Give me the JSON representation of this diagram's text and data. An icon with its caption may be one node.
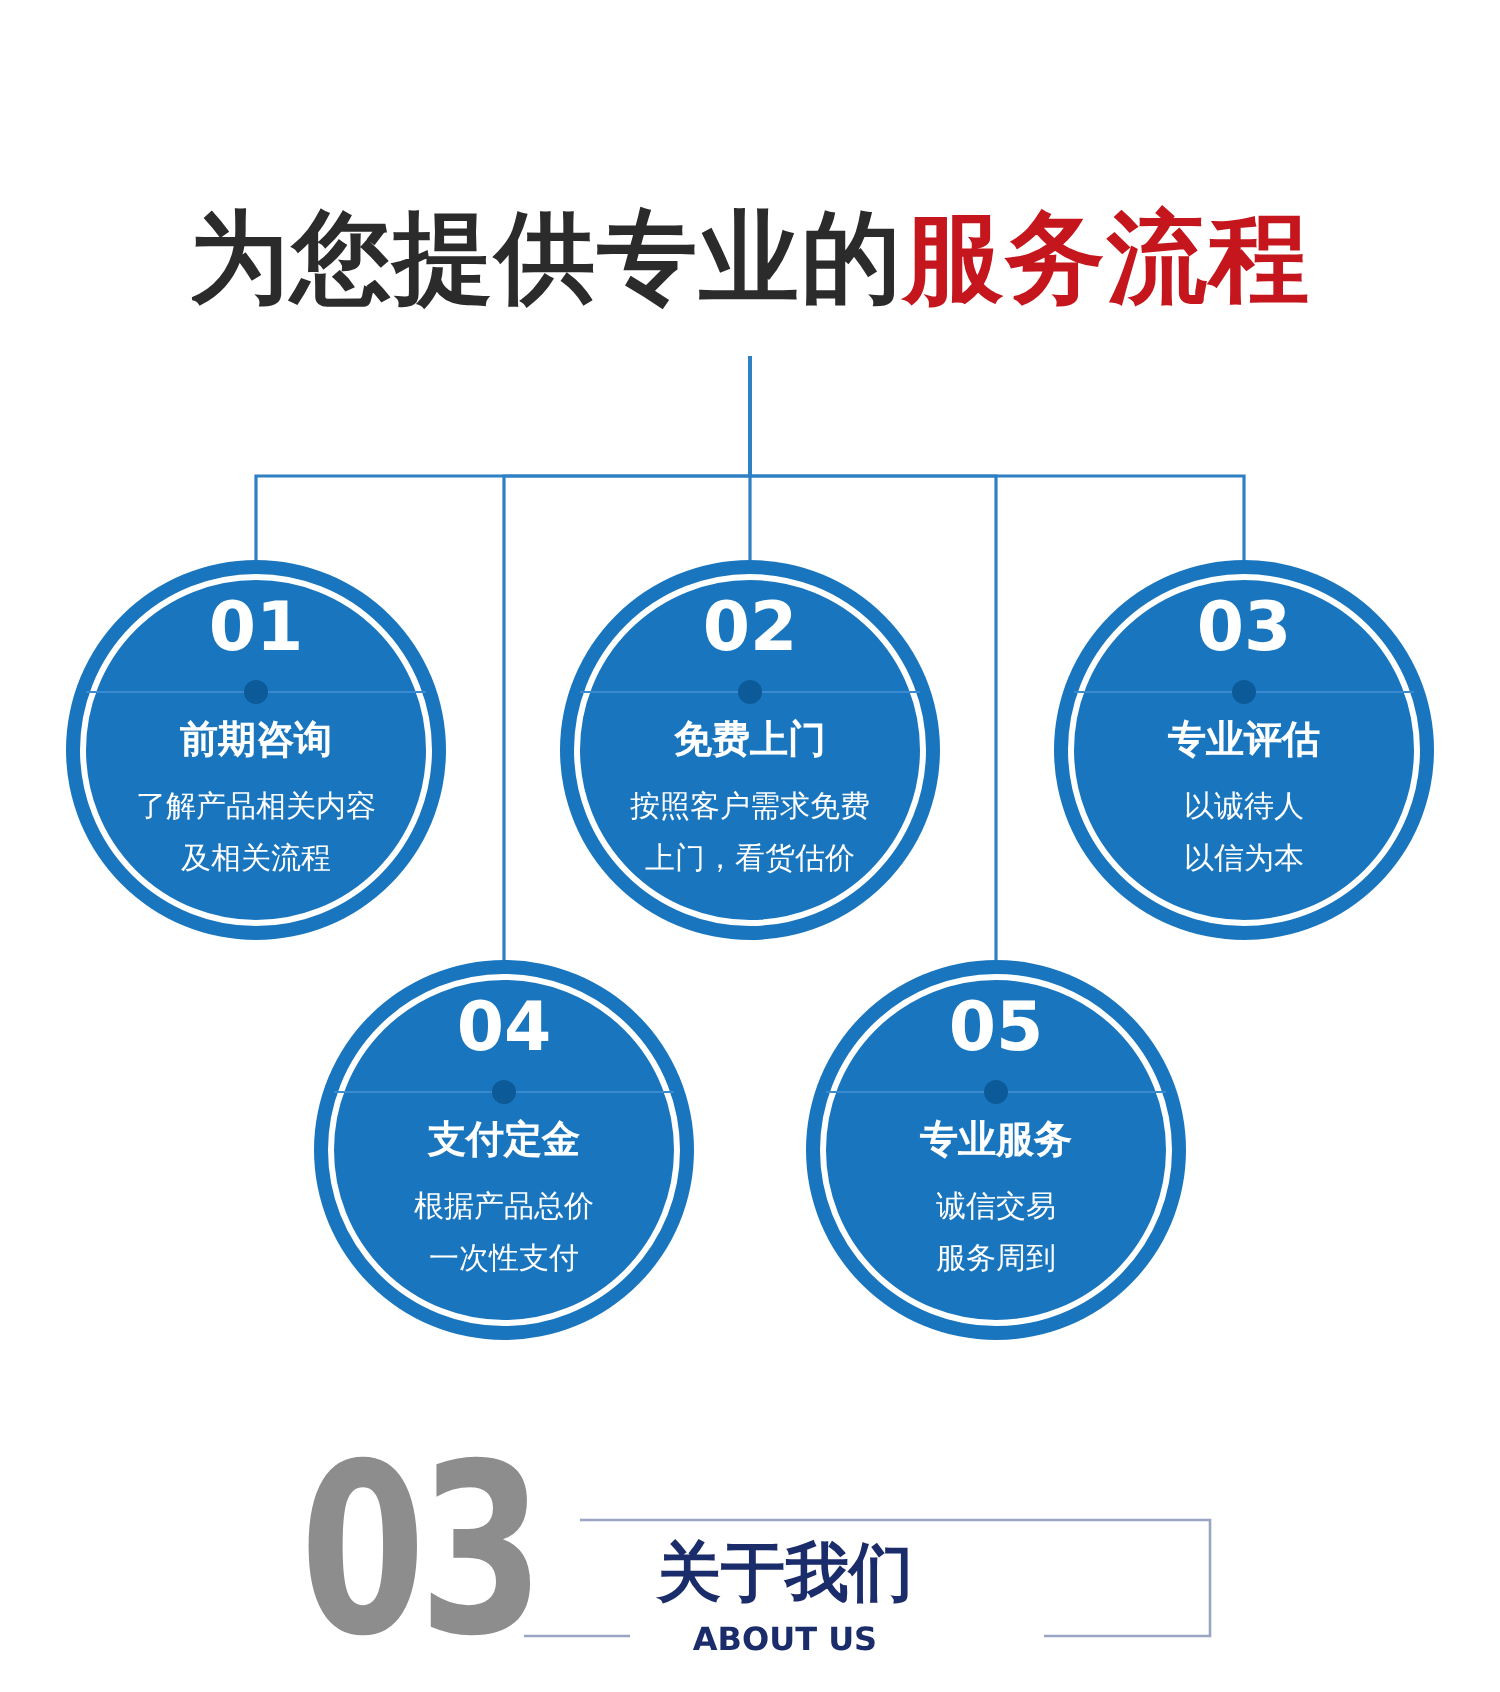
{
  "diagram": {
    "title": "为您提供专业的**服务流程**",
    "nodes": [
      {
        "text": [
          "01",
          "前期咨询",
          "了解产品相关内容及相关流程"
        ]
      },
      {
        "text": [
          "02",
          "免费上门",
          "按照客户需求免费上门，看货估价"
        ]
      },
      {
        "text": [
          "03",
          "专业评估",
          "以诚待人以信为本"
        ]
      },
      {
        "text": [
          "04",
          "支付定金",
          "根据产品总价一次性支付"
        ]
      },
      {
        "text": [
          "05",
          "专业服务",
          "诚信交易服务周到"
        ]
      }
    ],
    "edges": [
      {
        "from": null,
        "to": 0,
        "arrow": "none"
      },
      {
        "from": null,
        "to": 1,
        "arrow": "none"
      },
      {
        "from": null,
        "to": 2,
        "arrow": "none"
      },
      {
        "from": null,
        "to": 3,
        "arrow": "none"
      },
      {
        "from": null,
        "to": 4,
        "arrow": "none"
      }
    ],
    "labels": [
      "03",
      "关于我们",
      "ABOUT US"
    ]
  }
}
